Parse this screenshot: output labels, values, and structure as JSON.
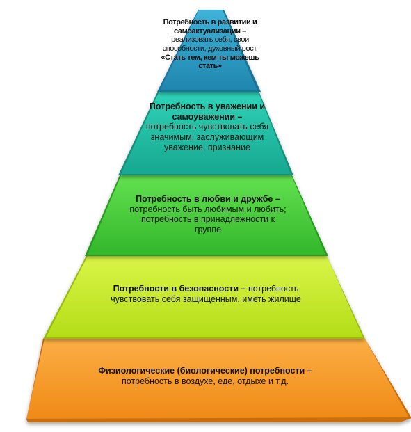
{
  "levels": [
    {
      "title": "Потребность в развитии и самоактуализации",
      "dash": " –",
      "desc": "реализовать себя, свои способности, духовный рост.",
      "quote": "«Стать тем, кем ты можешь стать»",
      "color": "#2E9FC4"
    },
    {
      "title": "Потребность в уважении и самоуважении",
      "dash": " –",
      "desc": "потребность чувствовать себя значимым, заслуживающим уважение, признание",
      "color": "#1FBFA6"
    },
    {
      "title": "Потребность в любви и дружбе",
      "dash": " –",
      "desc": "потребность быть любимым и любить; потребность в принадлежности к группе",
      "color": "#4FD23E"
    },
    {
      "title": "Потребности в безопасности",
      "dash": " –",
      "desc": "потребность чувствовать себя защищенным, иметь жилище",
      "color": "#C9EE2C"
    },
    {
      "title": "Физиологические (биологические) потребности",
      "dash": " –",
      "desc": "потребность в воздухе, еде, отдыхе и т.д.",
      "color": "#F79A2A"
    }
  ]
}
